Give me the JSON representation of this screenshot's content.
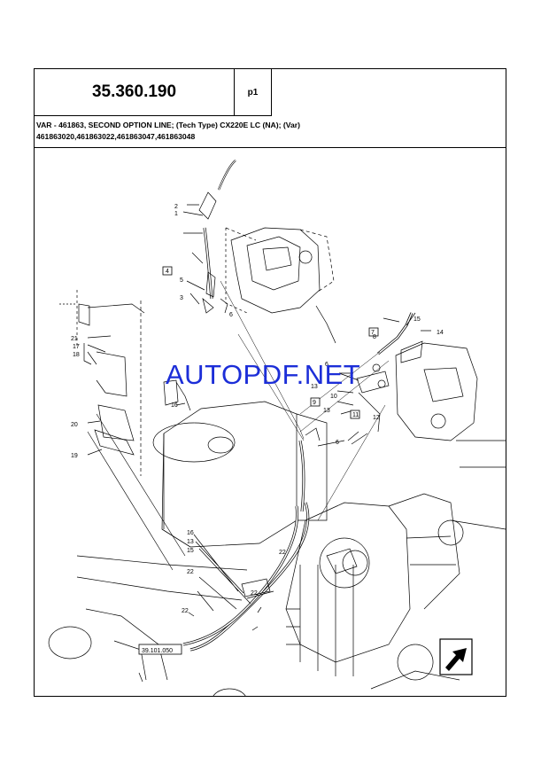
{
  "header": {
    "code": "35.360.190",
    "page": "p1"
  },
  "description": {
    "line1": "VAR - 461863, SECOND OPTION LINE; (Tech Type) CX220E LC (NA); (Var)",
    "line2": "461863020,461863022,461863047,461863048"
  },
  "watermark": "AUTOPDF.NET",
  "reference": "39.101.050",
  "callouts": [
    {
      "id": "c2a",
      "label": "2"
    },
    {
      "id": "c1",
      "label": "1"
    },
    {
      "id": "c4",
      "label": "4"
    },
    {
      "id": "c5",
      "label": "5"
    },
    {
      "id": "c3",
      "label": "3"
    },
    {
      "id": "c6a",
      "label": "6"
    },
    {
      "id": "c21",
      "label": "21"
    },
    {
      "id": "c17",
      "label": "17"
    },
    {
      "id": "c18",
      "label": "18"
    },
    {
      "id": "c20",
      "label": "20"
    },
    {
      "id": "c19",
      "label": "19"
    },
    {
      "id": "c16a",
      "label": "16"
    },
    {
      "id": "c8",
      "label": "8"
    },
    {
      "id": "c7",
      "label": "7"
    },
    {
      "id": "c15a",
      "label": "15"
    },
    {
      "id": "c14",
      "label": "14"
    },
    {
      "id": "c6b",
      "label": "6"
    },
    {
      "id": "c13a",
      "label": "13"
    },
    {
      "id": "c9",
      "label": "9"
    },
    {
      "id": "c10",
      "label": "10"
    },
    {
      "id": "c11",
      "label": "11"
    },
    {
      "id": "c12",
      "label": "12"
    },
    {
      "id": "c13b",
      "label": "13"
    },
    {
      "id": "c6c",
      "label": "6"
    },
    {
      "id": "c16b",
      "label": "16"
    },
    {
      "id": "c13c",
      "label": "13"
    },
    {
      "id": "c15b",
      "label": "15"
    },
    {
      "id": "c22a",
      "label": "22"
    },
    {
      "id": "c22b",
      "label": "22"
    },
    {
      "id": "c22c",
      "label": "22"
    },
    {
      "id": "c22d",
      "label": "22"
    }
  ],
  "icons": {
    "nav": "next-page-arrow-icon"
  }
}
